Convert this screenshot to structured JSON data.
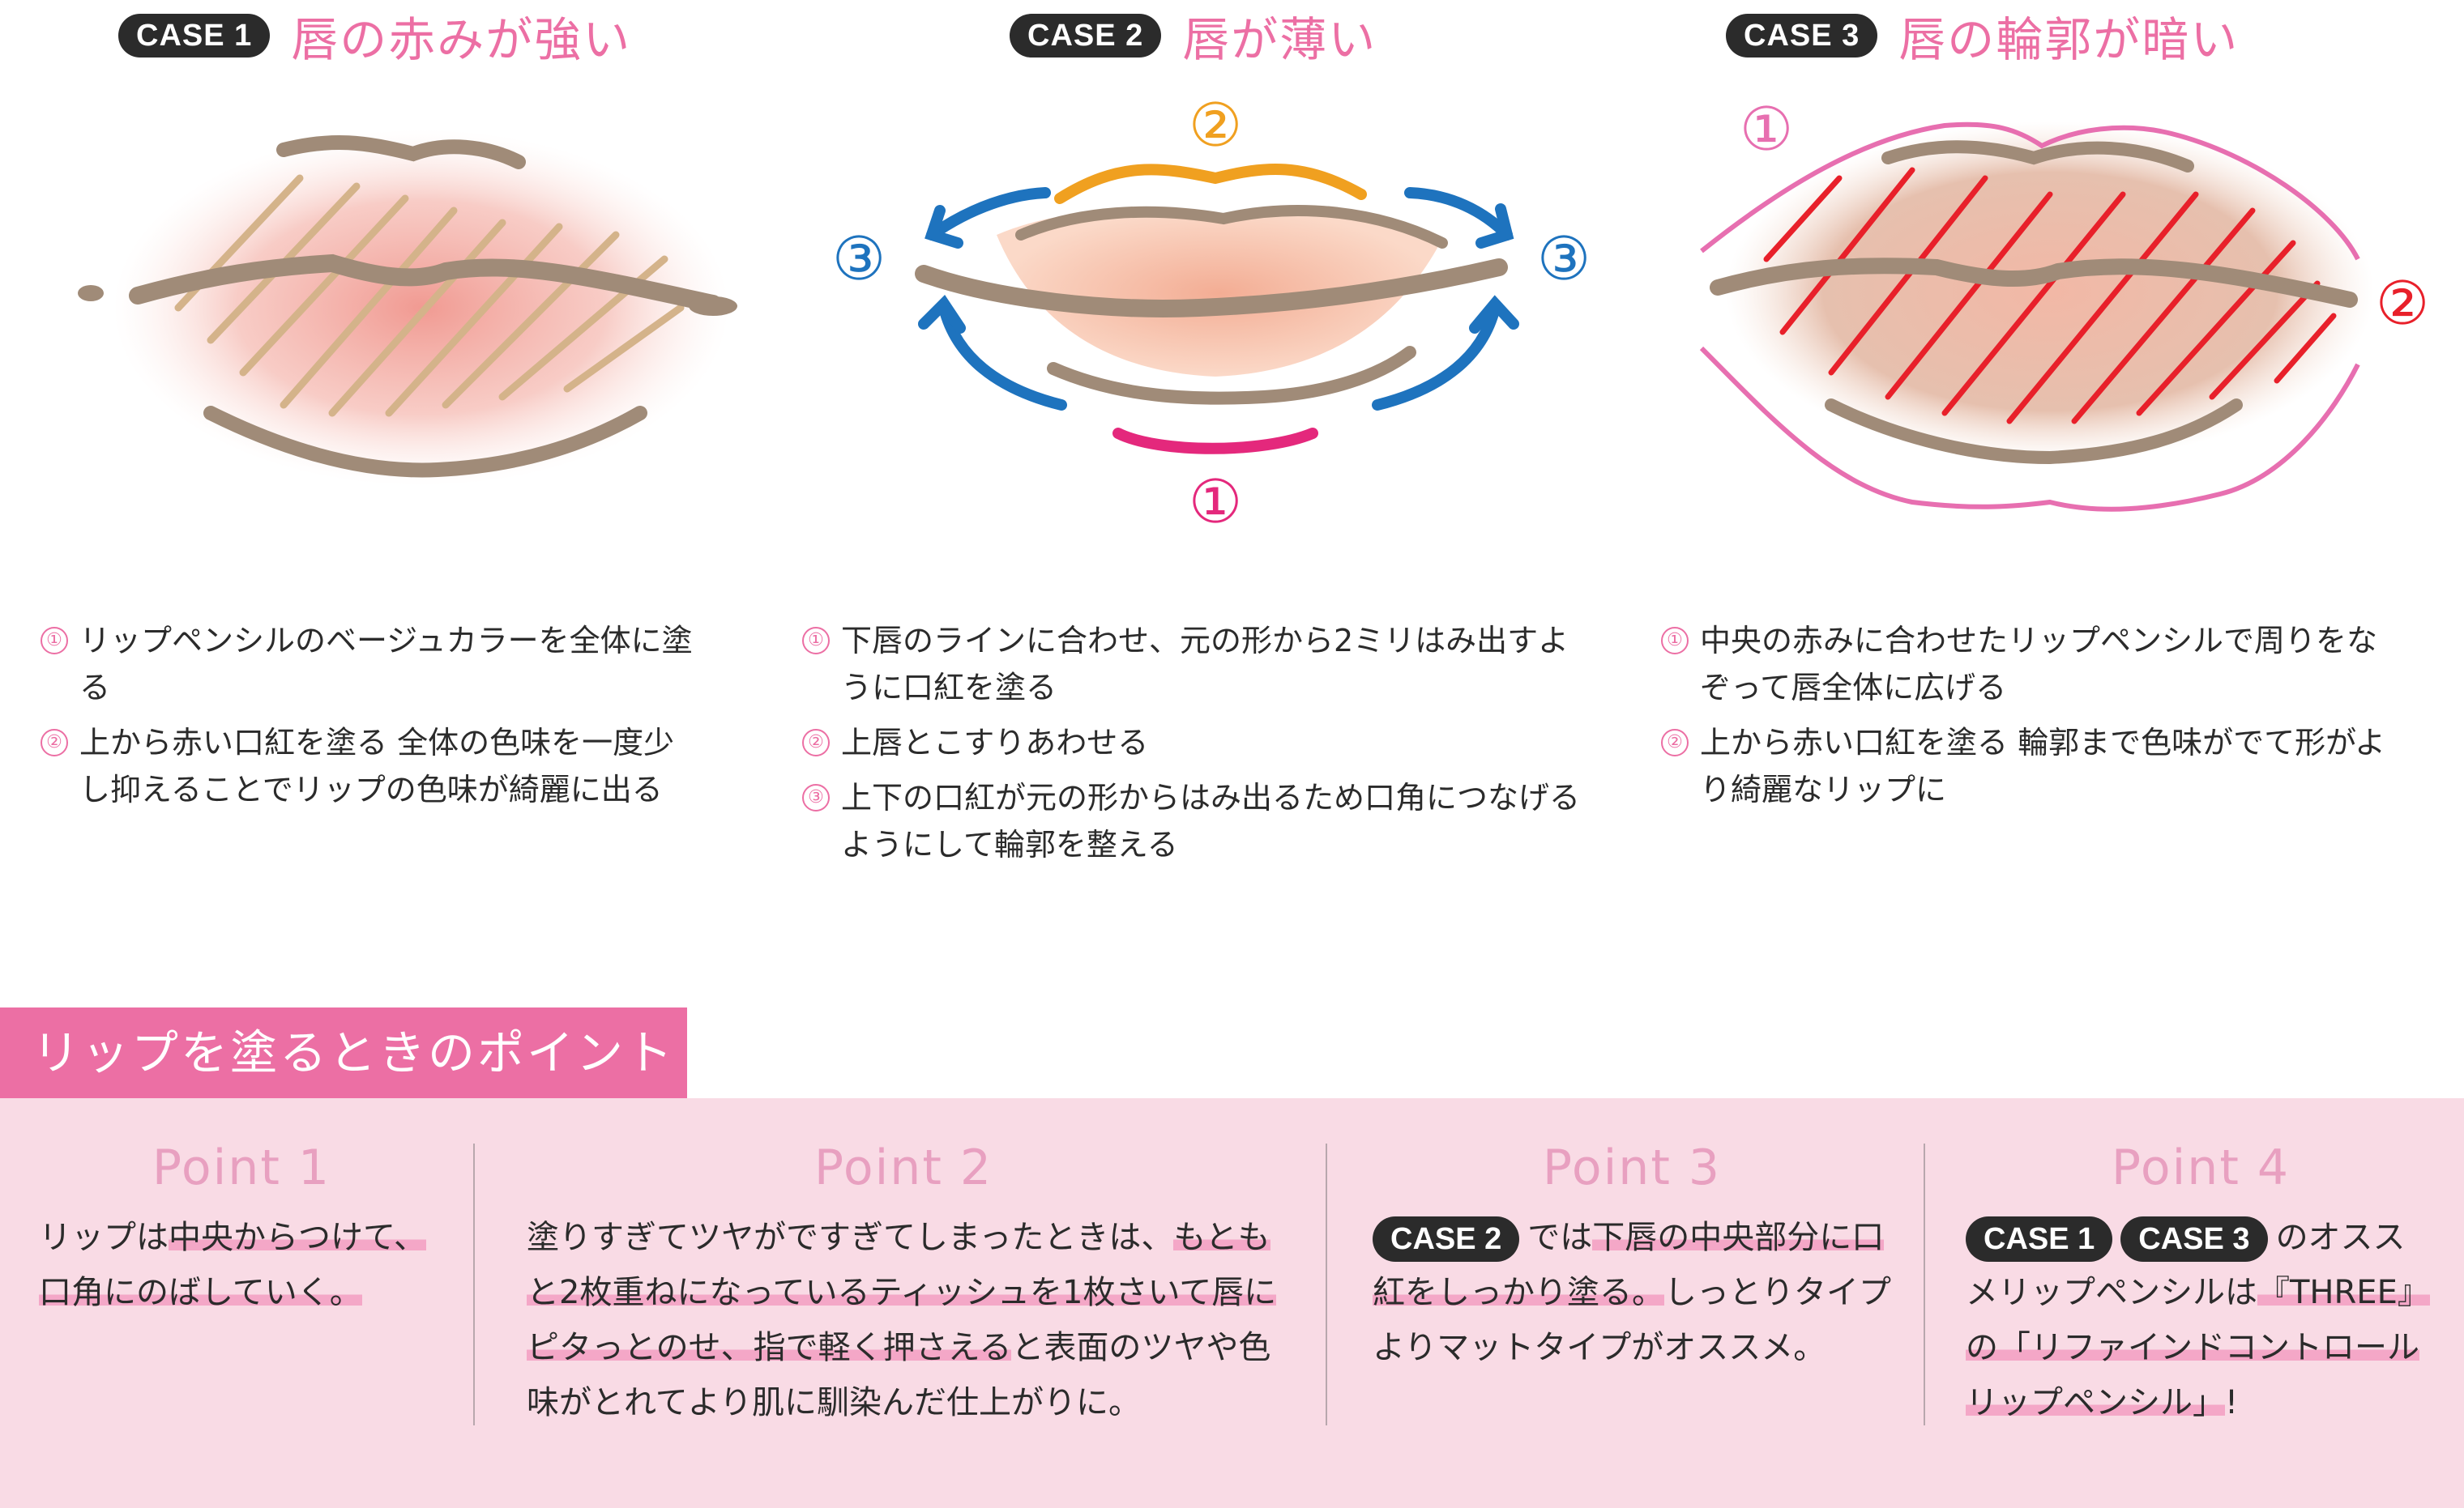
{
  "cases": [
    {
      "badge": "CASE 1",
      "title": "唇の赤みが強い",
      "steps": [
        {
          "num": "①",
          "text": "リップペンシルのベージュカラーを全体に塗る"
        },
        {
          "num": "②",
          "text": "上から赤い口紅を塗る 全体の色味を一度少し抑えることでリップの色味が綺麗に出る"
        }
      ]
    },
    {
      "badge": "CASE 2",
      "title": "唇が薄い",
      "markers": {
        "top": "②",
        "left": "③",
        "right": "③",
        "bottom": "①"
      },
      "steps": [
        {
          "num": "①",
          "text": "下唇のラインに合わせ、元の形から2ミリはみ出すように口紅を塗る"
        },
        {
          "num": "②",
          "text": "上唇とこすりあわせる"
        },
        {
          "num": "③",
          "text": "上下の口紅が元の形からはみ出るため口角につなげるようにして輪郭を整える"
        }
      ]
    },
    {
      "badge": "CASE 3",
      "title": "唇の輪郭が暗い",
      "markers": {
        "outline": "①",
        "fill": "②"
      },
      "steps": [
        {
          "num": "①",
          "text": "中央の赤みに合わせたリップペンシルで周りをなぞって唇全体に広げる"
        },
        {
          "num": "②",
          "text": "上から赤い口紅を塗る 輪郭まで色味がでて形がより綺麗なリップに"
        }
      ]
    }
  ],
  "points_heading": "リップを塗るときのポイント",
  "points": [
    {
      "title": "Point 1",
      "segments": [
        {
          "text": "リップは",
          "hl": false
        },
        {
          "text": "中央からつけて、口角にのばしていく。",
          "hl": true
        }
      ]
    },
    {
      "title": "Point 2",
      "segments": [
        {
          "text": "塗りすぎてツヤがですぎてしまったときは、",
          "hl": false
        },
        {
          "text": "もともと2枚重ねになっているティッシュを1枚さいて唇にピタっとのせ、指で軽く押さえる",
          "hl": true
        },
        {
          "text": "と表面のツヤや色味がとれてより肌に馴染んだ仕上がりに。",
          "hl": false
        }
      ]
    },
    {
      "title": "Point 3",
      "badges": [
        "CASE 2"
      ],
      "segments": [
        {
          "text": "では",
          "hl": false
        },
        {
          "text": "下唇の中央部分に口紅をしっかり塗る。",
          "hl": true
        },
        {
          "text": "しっとりタイプよりマットタイプがオススメ。",
          "hl": false
        }
      ]
    },
    {
      "title": "Point 4",
      "badges": [
        "CASE 1",
        "CASE 3"
      ],
      "segments": [
        {
          "text": "のオススメリップペンシルは",
          "hl": false
        },
        {
          "text": "『THREE』の「リファインドコントロールリップペンシル」",
          "hl": true
        },
        {
          "text": "!",
          "hl": false
        }
      ]
    }
  ],
  "colors": {
    "pink": "#ec6fa4",
    "badge": "#2b2b2b",
    "lip_outline": "#a08b78",
    "beige_hatch": "#d4b38a",
    "red_hatch": "#e8202a",
    "orange": "#f0a020",
    "blue": "#1e73be",
    "magenta": "#e4287c",
    "panel_bg": "#f9dbe5",
    "point_title": "#e8a0c0"
  }
}
